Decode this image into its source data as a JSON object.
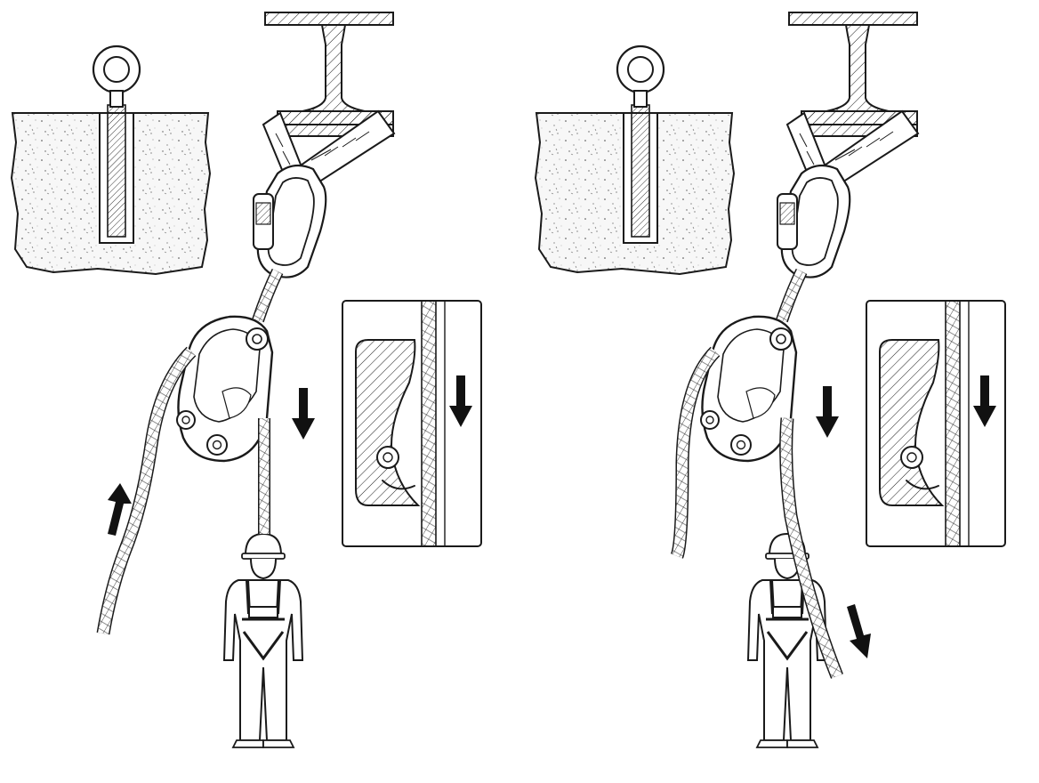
{
  "figure": {
    "panels": [
      {
        "id": "left",
        "state": "rope-pulled-up",
        "elements": [
          "anchor-bolt",
          "i-beam",
          "sling",
          "carabiner",
          "descender",
          "rope",
          "worker",
          "detail-inset"
        ],
        "arrows": [
          "rope-up-arrow",
          "load-down-arrow",
          "inset-down-arrow"
        ]
      },
      {
        "id": "right",
        "state": "rope-pulled-down",
        "elements": [
          "anchor-bolt",
          "i-beam",
          "sling",
          "carabiner",
          "descender",
          "rope",
          "worker",
          "detail-inset"
        ],
        "arrows": [
          "rope-down-arrow",
          "load-down-arrow",
          "inset-down-arrow"
        ]
      }
    ],
    "colors": {
      "ink": "#1a1a1a",
      "arrow": "#111111",
      "background": "#ffffff",
      "concrete": "#f4f4f4"
    }
  }
}
